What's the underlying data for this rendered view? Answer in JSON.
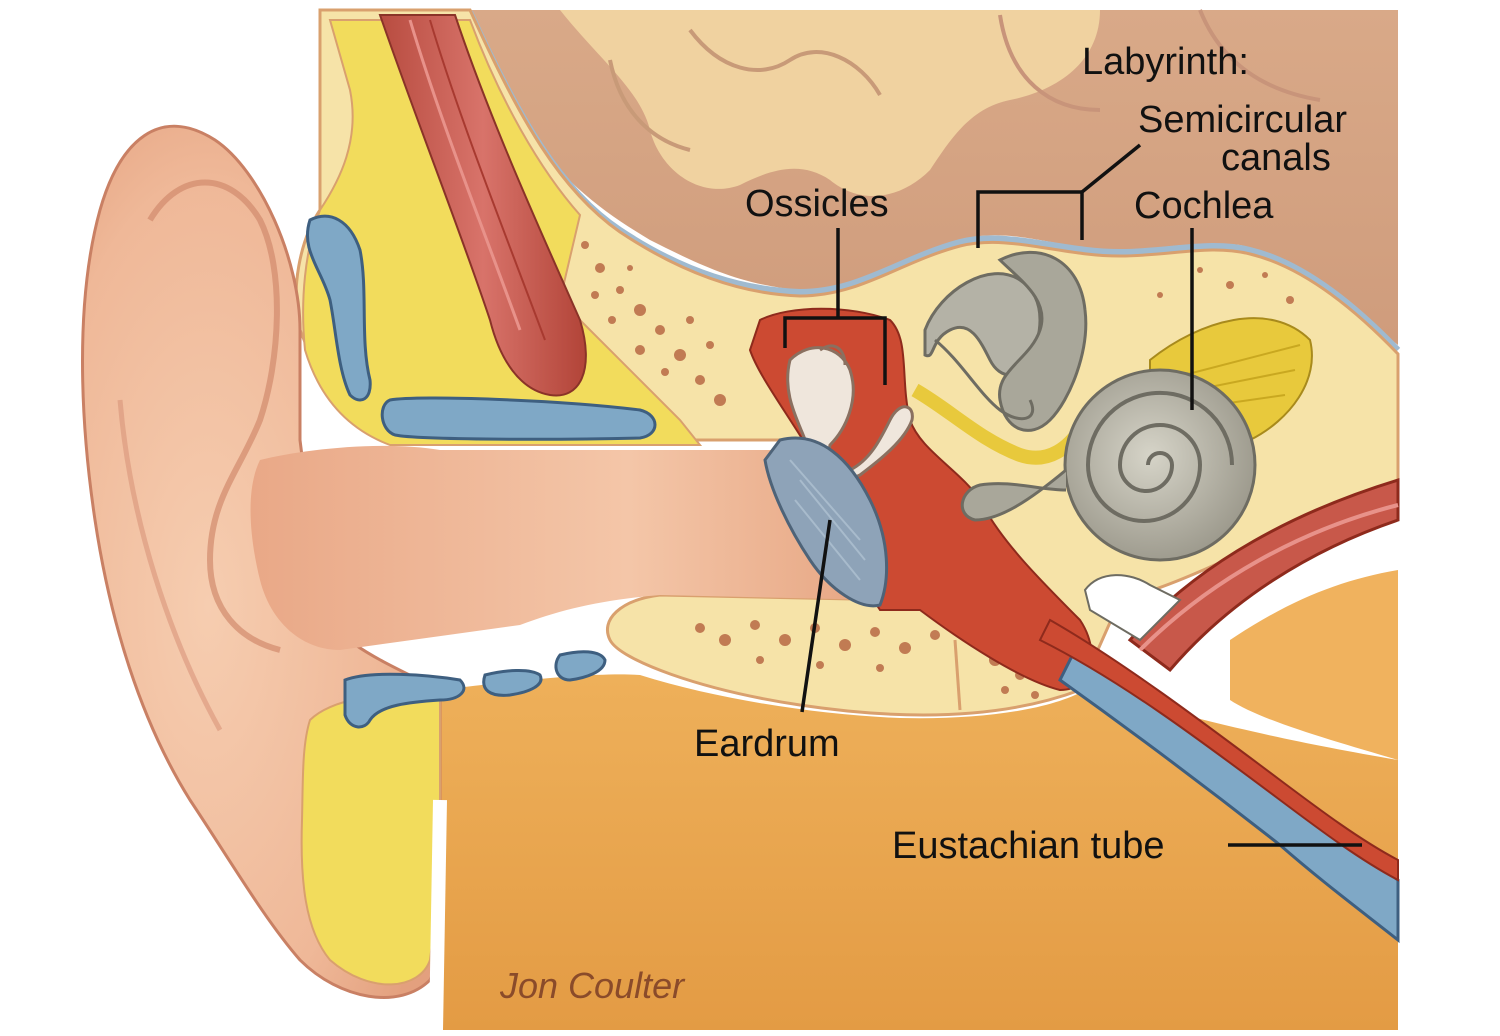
{
  "labels": {
    "labyrinth": "Labyrinth:",
    "semicircular_line1": "Semicircular",
    "semicircular_line2": "canals",
    "cochlea": "Cochlea",
    "ossicles": "Ossicles",
    "eardrum": "Eardrum",
    "eustachian_tube": "Eustachian tube"
  },
  "credit": "Jon Coulter",
  "colors": {
    "skin": "#f3bf9e",
    "skin_shadow": "#d98f72",
    "bone": "#f6e3a8",
    "brain": "#d8aa8a",
    "brain_light": "#f0d4a2",
    "fat": "#f2dc5c",
    "cartilage_blue": "#7fa8c6",
    "muscle": "#c8584a",
    "tissue_orange": "#e8a24e",
    "cochlea_gray": "#a9a79a",
    "nerve_yellow": "#e8c93c",
    "eardrum_blue": "#8ea3b8",
    "middle_ear_red": "#cc4a32"
  }
}
